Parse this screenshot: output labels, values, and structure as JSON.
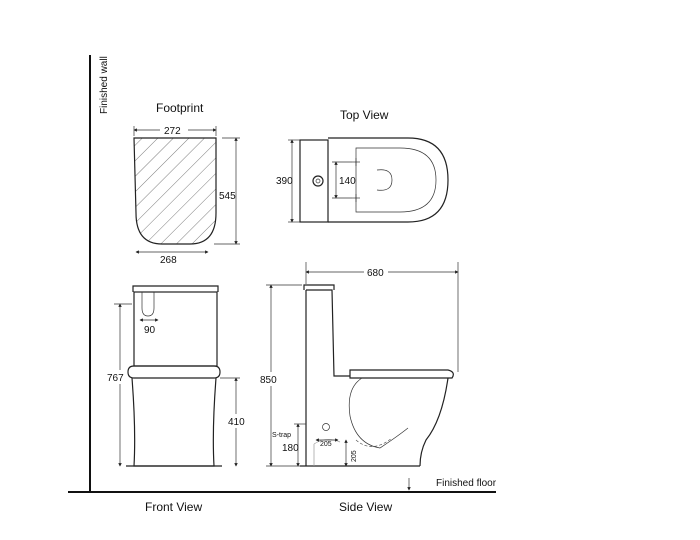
{
  "labels": {
    "finished_wall": "Finished wall",
    "finished_floor": "Finished floor",
    "footprint": "Footprint",
    "top_view": "Top View",
    "front_view": "Front View",
    "side_view": "Side View",
    "s_trap": "S-trap"
  },
  "dimensions": {
    "footprint_width_top": "272",
    "footprint_depth": "545",
    "footprint_width_bottom": "268",
    "top_width": "390",
    "top_spacing": "140",
    "side_length": "680",
    "front_inlet_width": "90",
    "front_height": "767",
    "pan_height": "410",
    "total_height": "850",
    "trap_height": "180",
    "trap_offset": "205",
    "trap_vertical": "205"
  }
}
